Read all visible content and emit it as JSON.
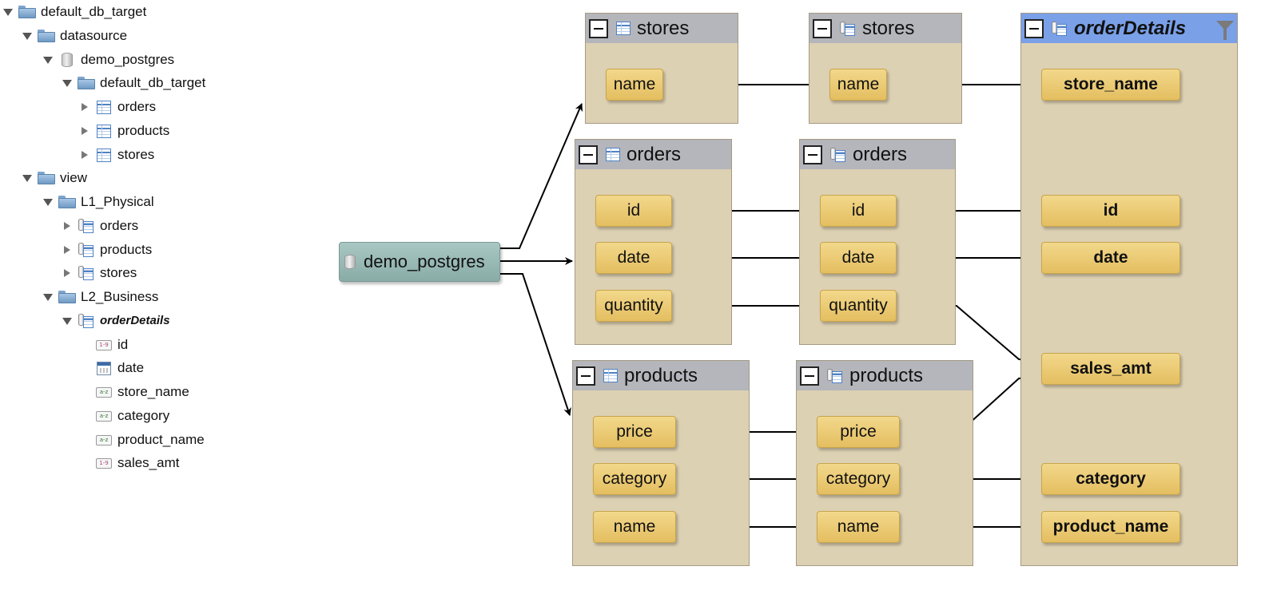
{
  "tree": [
    {
      "label": "default_db_target",
      "icon": "folder",
      "toggle": "open",
      "level": 0
    },
    {
      "label": "datasource",
      "icon": "folder",
      "toggle": "open",
      "level": 1
    },
    {
      "label": "demo_postgres",
      "icon": "database",
      "toggle": "open",
      "level": 2
    },
    {
      "label": "default_db_target",
      "icon": "folder",
      "toggle": "open",
      "level": 3
    },
    {
      "label": "orders",
      "icon": "table",
      "toggle": "closed",
      "level": 4
    },
    {
      "label": "products",
      "icon": "table",
      "toggle": "closed",
      "level": 4
    },
    {
      "label": "stores",
      "icon": "table",
      "toggle": "closed",
      "level": 4
    },
    {
      "label": "view",
      "icon": "folder",
      "toggle": "open",
      "level": 1
    },
    {
      "label": "L1_Physical",
      "icon": "folder",
      "toggle": "open",
      "level": 2
    },
    {
      "label": "orders",
      "icon": "view",
      "toggle": "closed",
      "level": 3
    },
    {
      "label": "products",
      "icon": "view",
      "toggle": "closed",
      "level": 3
    },
    {
      "label": "stores",
      "icon": "view",
      "toggle": "closed",
      "level": 3
    },
    {
      "label": "L2_Business",
      "icon": "folder",
      "toggle": "open",
      "level": 2
    },
    {
      "label": "orderDetails",
      "icon": "view",
      "toggle": "open",
      "level": 3,
      "emphasis": "bold-italic"
    },
    {
      "label": "id",
      "icon": "number",
      "toggle": "none",
      "level": 4
    },
    {
      "label": "date",
      "icon": "calendar",
      "toggle": "none",
      "level": 4
    },
    {
      "label": "store_name",
      "icon": "text",
      "toggle": "none",
      "level": 4
    },
    {
      "label": "category",
      "icon": "text",
      "toggle": "none",
      "level": 4
    },
    {
      "label": "product_name",
      "icon": "text",
      "toggle": "none",
      "level": 4
    },
    {
      "label": "sales_amt",
      "icon": "number",
      "toggle": "none",
      "level": 4
    }
  ],
  "icon_badges": {
    "number": "1-9",
    "text": "a-z"
  },
  "datasource_node": {
    "label": "demo_postgres",
    "icon": "database-icon"
  },
  "boxes": {
    "src_stores": {
      "title": "stores",
      "icon": "table"
    },
    "src_orders": {
      "title": "orders",
      "icon": "table"
    },
    "src_products": {
      "title": "products",
      "icon": "table"
    },
    "l1_stores": {
      "title": "stores",
      "icon": "view"
    },
    "l1_orders": {
      "title": "orders",
      "icon": "view"
    },
    "l1_products": {
      "title": "products",
      "icon": "view"
    },
    "order_details": {
      "title": "orderDetails",
      "icon": "view",
      "selected": true,
      "filter_icon": "funnel-icon"
    }
  },
  "fields": {
    "src_stores": [
      "name"
    ],
    "src_orders": [
      "id",
      "date",
      "quantity"
    ],
    "src_products": [
      "price",
      "category",
      "name"
    ],
    "l1_stores": [
      "name"
    ],
    "l1_orders": [
      "id",
      "date",
      "quantity"
    ],
    "l1_products": [
      "price",
      "category",
      "name"
    ],
    "order_details": [
      "store_name",
      "id",
      "date",
      "sales_amt",
      "category",
      "product_name"
    ]
  },
  "links": [
    {
      "from": "datasource",
      "to": "src_stores"
    },
    {
      "from": "datasource",
      "to": "src_orders"
    },
    {
      "from": "datasource",
      "to": "src_products"
    },
    {
      "from": "src_stores.name",
      "to": "l1_stores.name"
    },
    {
      "from": "src_orders.id",
      "to": "l1_orders.id"
    },
    {
      "from": "src_orders.date",
      "to": "l1_orders.date"
    },
    {
      "from": "src_orders.quantity",
      "to": "l1_orders.quantity"
    },
    {
      "from": "src_products.price",
      "to": "l1_products.price"
    },
    {
      "from": "src_products.category",
      "to": "l1_products.category"
    },
    {
      "from": "src_products.name",
      "to": "l1_products.name"
    },
    {
      "from": "l1_stores.name",
      "to": "order_details.store_name"
    },
    {
      "from": "l1_orders.id",
      "to": "order_details.id"
    },
    {
      "from": "l1_orders.date",
      "to": "order_details.date"
    },
    {
      "from": "l1_orders.quantity",
      "to": "order_details.sales_amt"
    },
    {
      "from": "l1_products.price",
      "to": "order_details.sales_amt"
    },
    {
      "from": "l1_products.category",
      "to": "order_details.category"
    },
    {
      "from": "l1_products.name",
      "to": "order_details.product_name"
    }
  ],
  "colors": {
    "box_body": "#ddd1b3",
    "box_header": "#b4b6bb",
    "selected_header": "#7aa0e8",
    "field_fill": "#e8c66a",
    "datasource_fill": "#98b8b4"
  }
}
